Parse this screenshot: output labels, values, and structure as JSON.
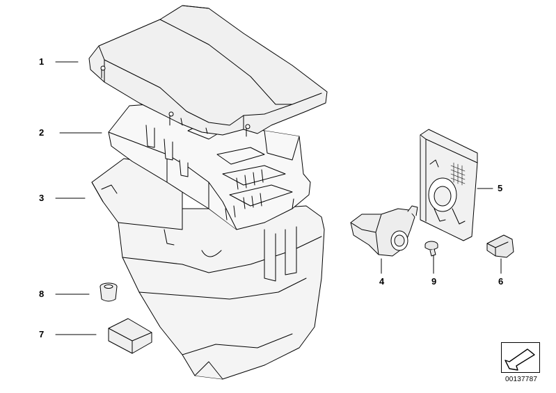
{
  "callouts": [
    {
      "id": "1",
      "label": "1"
    },
    {
      "id": "2",
      "label": "2"
    },
    {
      "id": "3",
      "label": "3"
    },
    {
      "id": "4",
      "label": "4"
    },
    {
      "id": "5",
      "label": "5"
    },
    {
      "id": "6",
      "label": "6"
    },
    {
      "id": "7",
      "label": "7"
    },
    {
      "id": "8",
      "label": "8"
    },
    {
      "id": "9",
      "label": "9"
    }
  ],
  "diagram_code": "00137787",
  "icons": {
    "direction": "arrow-down-left-icon"
  },
  "colors": {
    "line": "#000000",
    "part_fill": "#f2f2f2",
    "background": "#ffffff"
  }
}
